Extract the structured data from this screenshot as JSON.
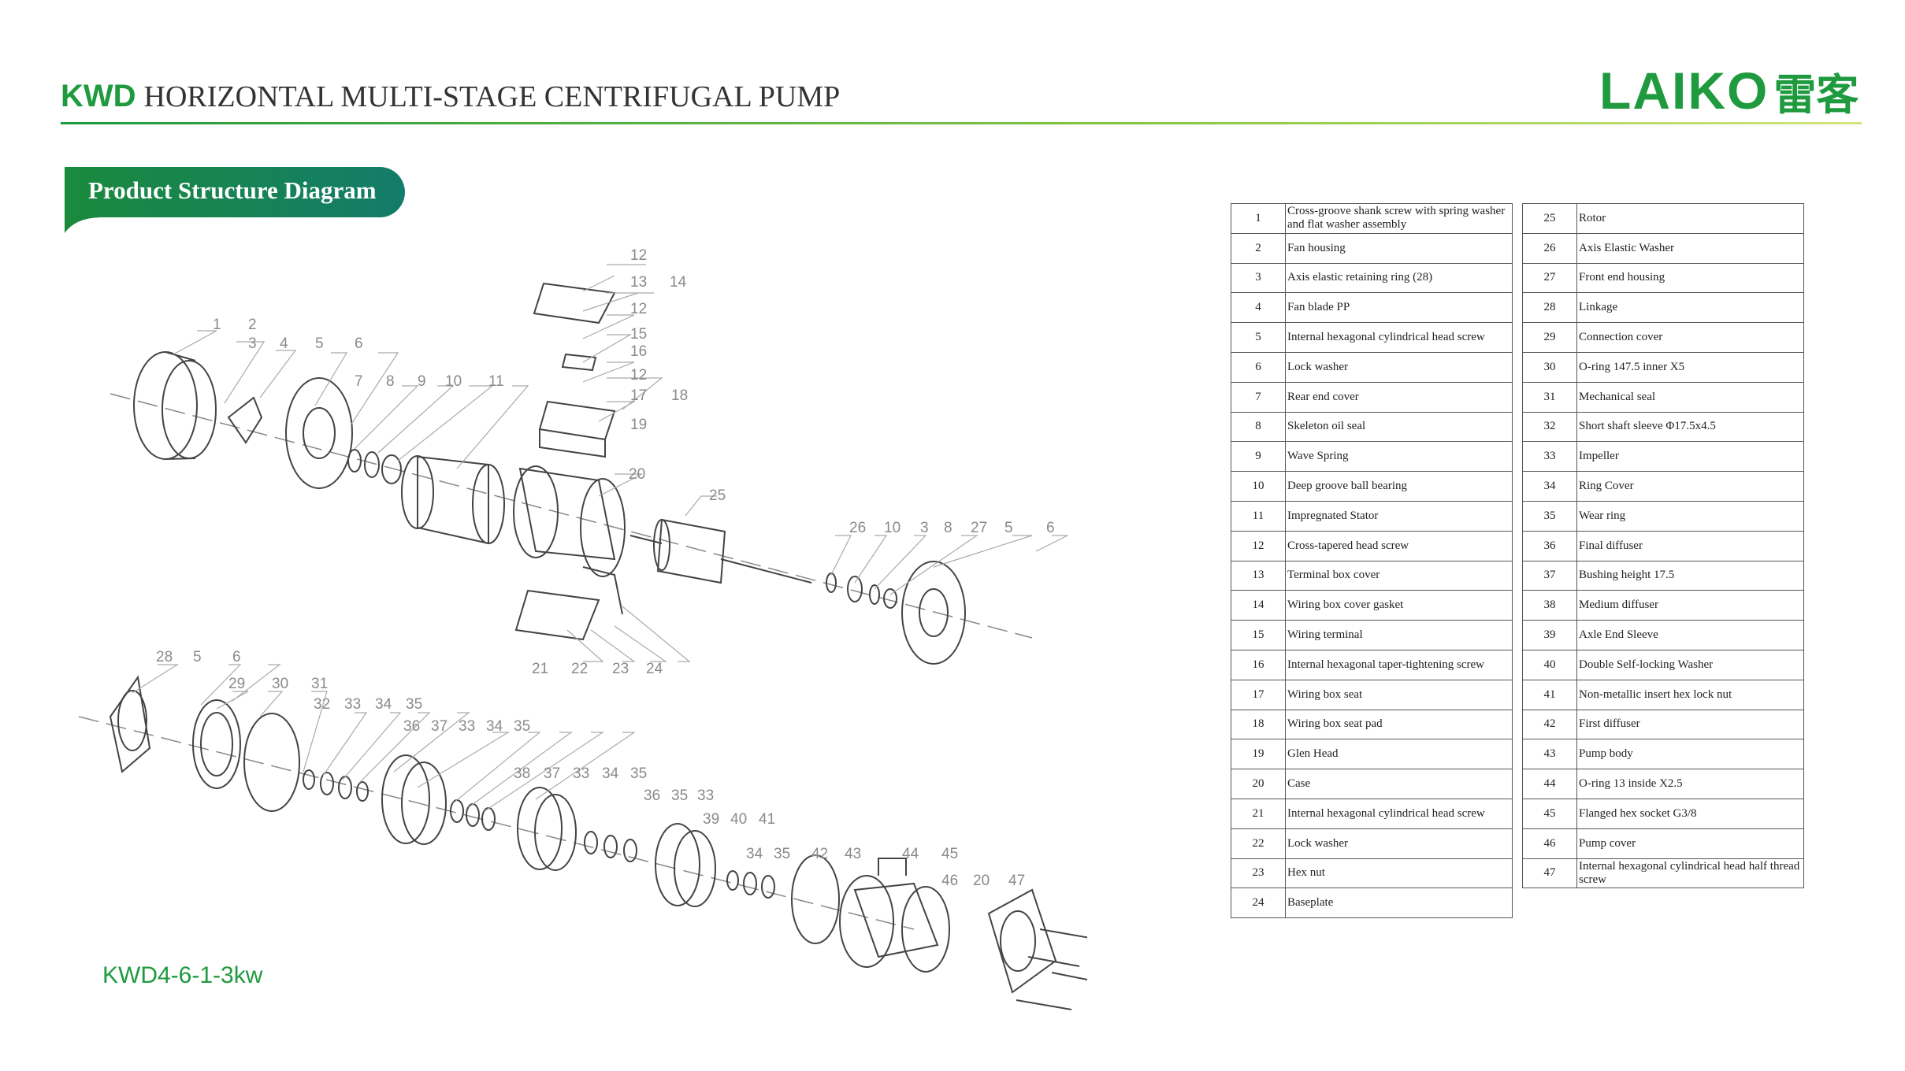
{
  "header": {
    "model_prefix": "KWD",
    "title": "HORIZONTAL MULTI-STAGE CENTRIFUGAL PUMP",
    "logo_latin": "LAIKO",
    "logo_cn": "雷客"
  },
  "section_title": "Product Structure Diagram",
  "model_label": "KWD4-6-1-3kw",
  "colors": {
    "brand": "#1f9a3e",
    "brand_light": "#7cc242",
    "line_grey": "#8a8a8a"
  },
  "callouts": {
    "top_box": [
      "12",
      "13",
      "14",
      "12",
      "15",
      "16",
      "12",
      "17",
      "18",
      "19"
    ],
    "motor": [
      "1",
      "2",
      "3",
      "4",
      "5",
      "6",
      "7",
      "8",
      "9",
      "10",
      "11",
      "20",
      "25"
    ],
    "base": [
      "21",
      "22",
      "23",
      "24"
    ],
    "front": [
      "26",
      "10",
      "3",
      "8",
      "27",
      "5",
      "6"
    ],
    "pump_row1": [
      "28",
      "5",
      "6",
      "29",
      "30",
      "31",
      "32",
      "33",
      "34",
      "35",
      "36",
      "37",
      "33",
      "34",
      "35"
    ],
    "pump_row2": [
      "38",
      "37",
      "33",
      "34",
      "35",
      "36",
      "35",
      "33",
      "39",
      "40",
      "41",
      "34",
      "35",
      "42",
      "43",
      "44",
      "45",
      "46",
      "20",
      "47"
    ]
  },
  "parts_left": [
    {
      "no": "1",
      "name": "Cross-groove shank screw with spring washer and flat washer assembly"
    },
    {
      "no": "2",
      "name": "Fan housing"
    },
    {
      "no": "3",
      "name": "Axis elastic retaining ring (28)"
    },
    {
      "no": "4",
      "name": "Fan blade PP"
    },
    {
      "no": "5",
      "name": "Internal hexagonal cylindrical head screw"
    },
    {
      "no": "6",
      "name": "Lock washer"
    },
    {
      "no": "7",
      "name": "Rear end cover"
    },
    {
      "no": "8",
      "name": "Skeleton oil seal"
    },
    {
      "no": "9",
      "name": "Wave Spring"
    },
    {
      "no": "10",
      "name": "Deep groove ball bearing"
    },
    {
      "no": "11",
      "name": "Impregnated Stator"
    },
    {
      "no": "12",
      "name": "Cross-tapered head screw"
    },
    {
      "no": "13",
      "name": "Terminal box cover"
    },
    {
      "no": "14",
      "name": "Wiring box cover gasket"
    },
    {
      "no": "15",
      "name": "Wiring terminal"
    },
    {
      "no": "16",
      "name": "Internal hexagonal taper-tightening screw"
    },
    {
      "no": "17",
      "name": "Wiring box seat"
    },
    {
      "no": "18",
      "name": "Wiring box seat pad"
    },
    {
      "no": "19",
      "name": "Glen Head"
    },
    {
      "no": "20",
      "name": "Case"
    },
    {
      "no": "21",
      "name": "Internal hexagonal cylindrical head screw"
    },
    {
      "no": "22",
      "name": "Lock washer"
    },
    {
      "no": "23",
      "name": "Hex nut"
    },
    {
      "no": "24",
      "name": "Baseplate"
    }
  ],
  "parts_right": [
    {
      "no": "25",
      "name": "Rotor"
    },
    {
      "no": "26",
      "name": "Axis Elastic Washer"
    },
    {
      "no": "27",
      "name": "Front end housing"
    },
    {
      "no": "28",
      "name": "Linkage"
    },
    {
      "no": "29",
      "name": "Connection cover"
    },
    {
      "no": "30",
      "name": "O-ring 147.5 inner X5"
    },
    {
      "no": "31",
      "name": "Mechanical seal"
    },
    {
      "no": "32",
      "name": "Short shaft sleeve Φ17.5x4.5"
    },
    {
      "no": "33",
      "name": "Impeller"
    },
    {
      "no": "34",
      "name": "Ring Cover"
    },
    {
      "no": "35",
      "name": "Wear ring"
    },
    {
      "no": "36",
      "name": "Final diffuser"
    },
    {
      "no": "37",
      "name": "Bushing height 17.5"
    },
    {
      "no": "38",
      "name": "Medium diffuser"
    },
    {
      "no": "39",
      "name": "Axle End Sleeve"
    },
    {
      "no": "40",
      "name": "Double Self-locking Washer"
    },
    {
      "no": "41",
      "name": "Non-metallic insert hex lock nut"
    },
    {
      "no": "42",
      "name": "First diffuser"
    },
    {
      "no": "43",
      "name": "Pump body"
    },
    {
      "no": "44",
      "name": "O-ring 13 inside X2.5"
    },
    {
      "no": "45",
      "name": "Flanged hex socket G3/8"
    },
    {
      "no": "46",
      "name": "Pump cover"
    },
    {
      "no": "47",
      "name": "Internal hexagonal cylindrical head half thread screw"
    }
  ]
}
